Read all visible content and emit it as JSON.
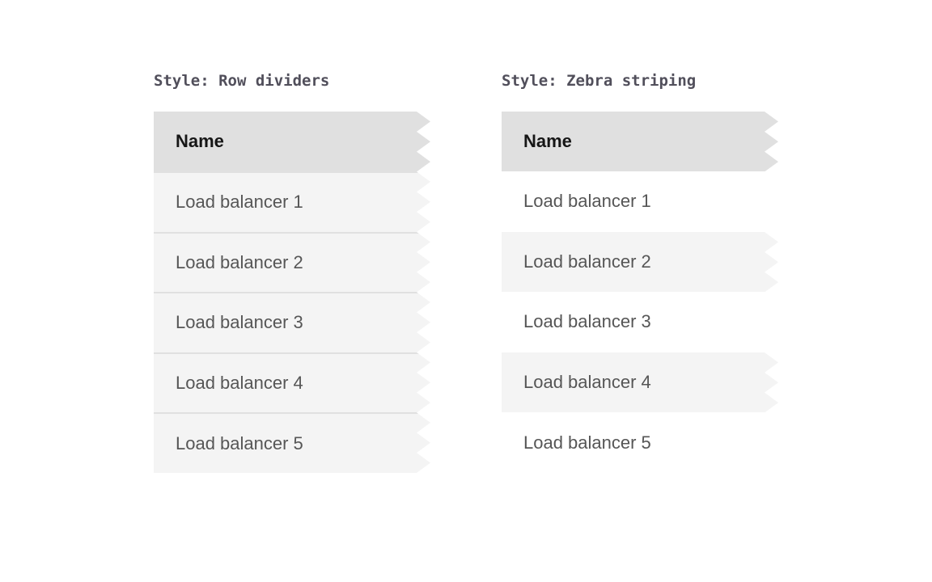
{
  "colors": {
    "page_background": "#ffffff",
    "caption_text": "#514f5b",
    "header_background": "#e0e0e0",
    "header_text": "#161616",
    "row_background": "#f4f4f4",
    "zebra_alt_row_background": "#ffffff",
    "row_divider_color": "#e0e0e0",
    "row_text": "#565656"
  },
  "examples": [
    {
      "caption": "Style: Row dividers",
      "style": "row-dividers",
      "table": {
        "columns": [
          "Name"
        ],
        "rows": [
          "Load balancer 1",
          "Load balancer 2",
          "Load balancer 3",
          "Load balancer 4",
          "Load balancer 5"
        ]
      }
    },
    {
      "caption": "Style: Zebra striping",
      "style": "zebra-striping",
      "table": {
        "columns": [
          "Name"
        ],
        "rows": [
          "Load balancer 1",
          "Load balancer 2",
          "Load balancer 3",
          "Load balancer 4",
          "Load balancer 5"
        ]
      }
    }
  ]
}
